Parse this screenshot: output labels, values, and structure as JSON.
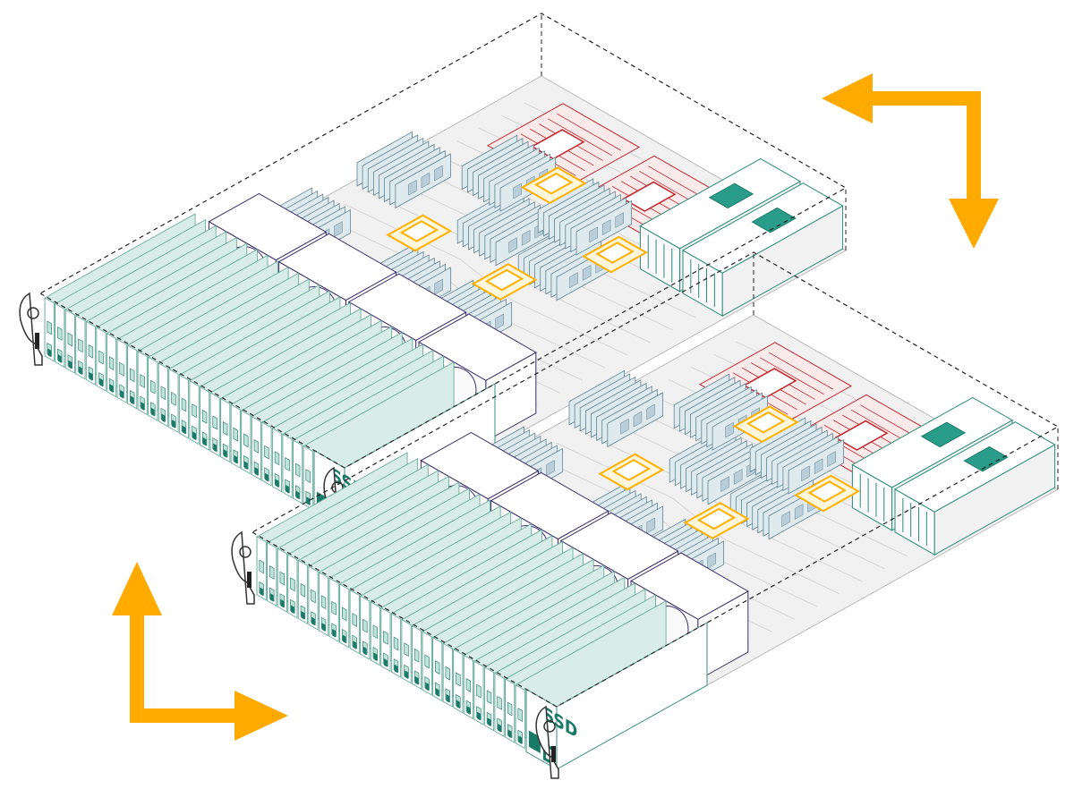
{
  "servers": [
    {
      "name": "upper-server",
      "ssd_label": "SSD"
    },
    {
      "name": "lower-server",
      "ssd_label": "SSD"
    }
  ],
  "arrows": [
    {
      "name": "top-right-arrows",
      "icon": "double-arrow-left-down-icon"
    },
    {
      "name": "bottom-left-arrows",
      "icon": "double-arrow-up-right-icon"
    }
  ],
  "colors": {
    "arrow": "#FFAA00",
    "drive_teal": "#1A7A68",
    "drive_fill": "#D8EDE7",
    "dimm": "#5E8496",
    "cpu": "#FFB000",
    "board_red": "#C0282D",
    "fan_purple": "#3C2F6B",
    "outline": "#222222"
  }
}
